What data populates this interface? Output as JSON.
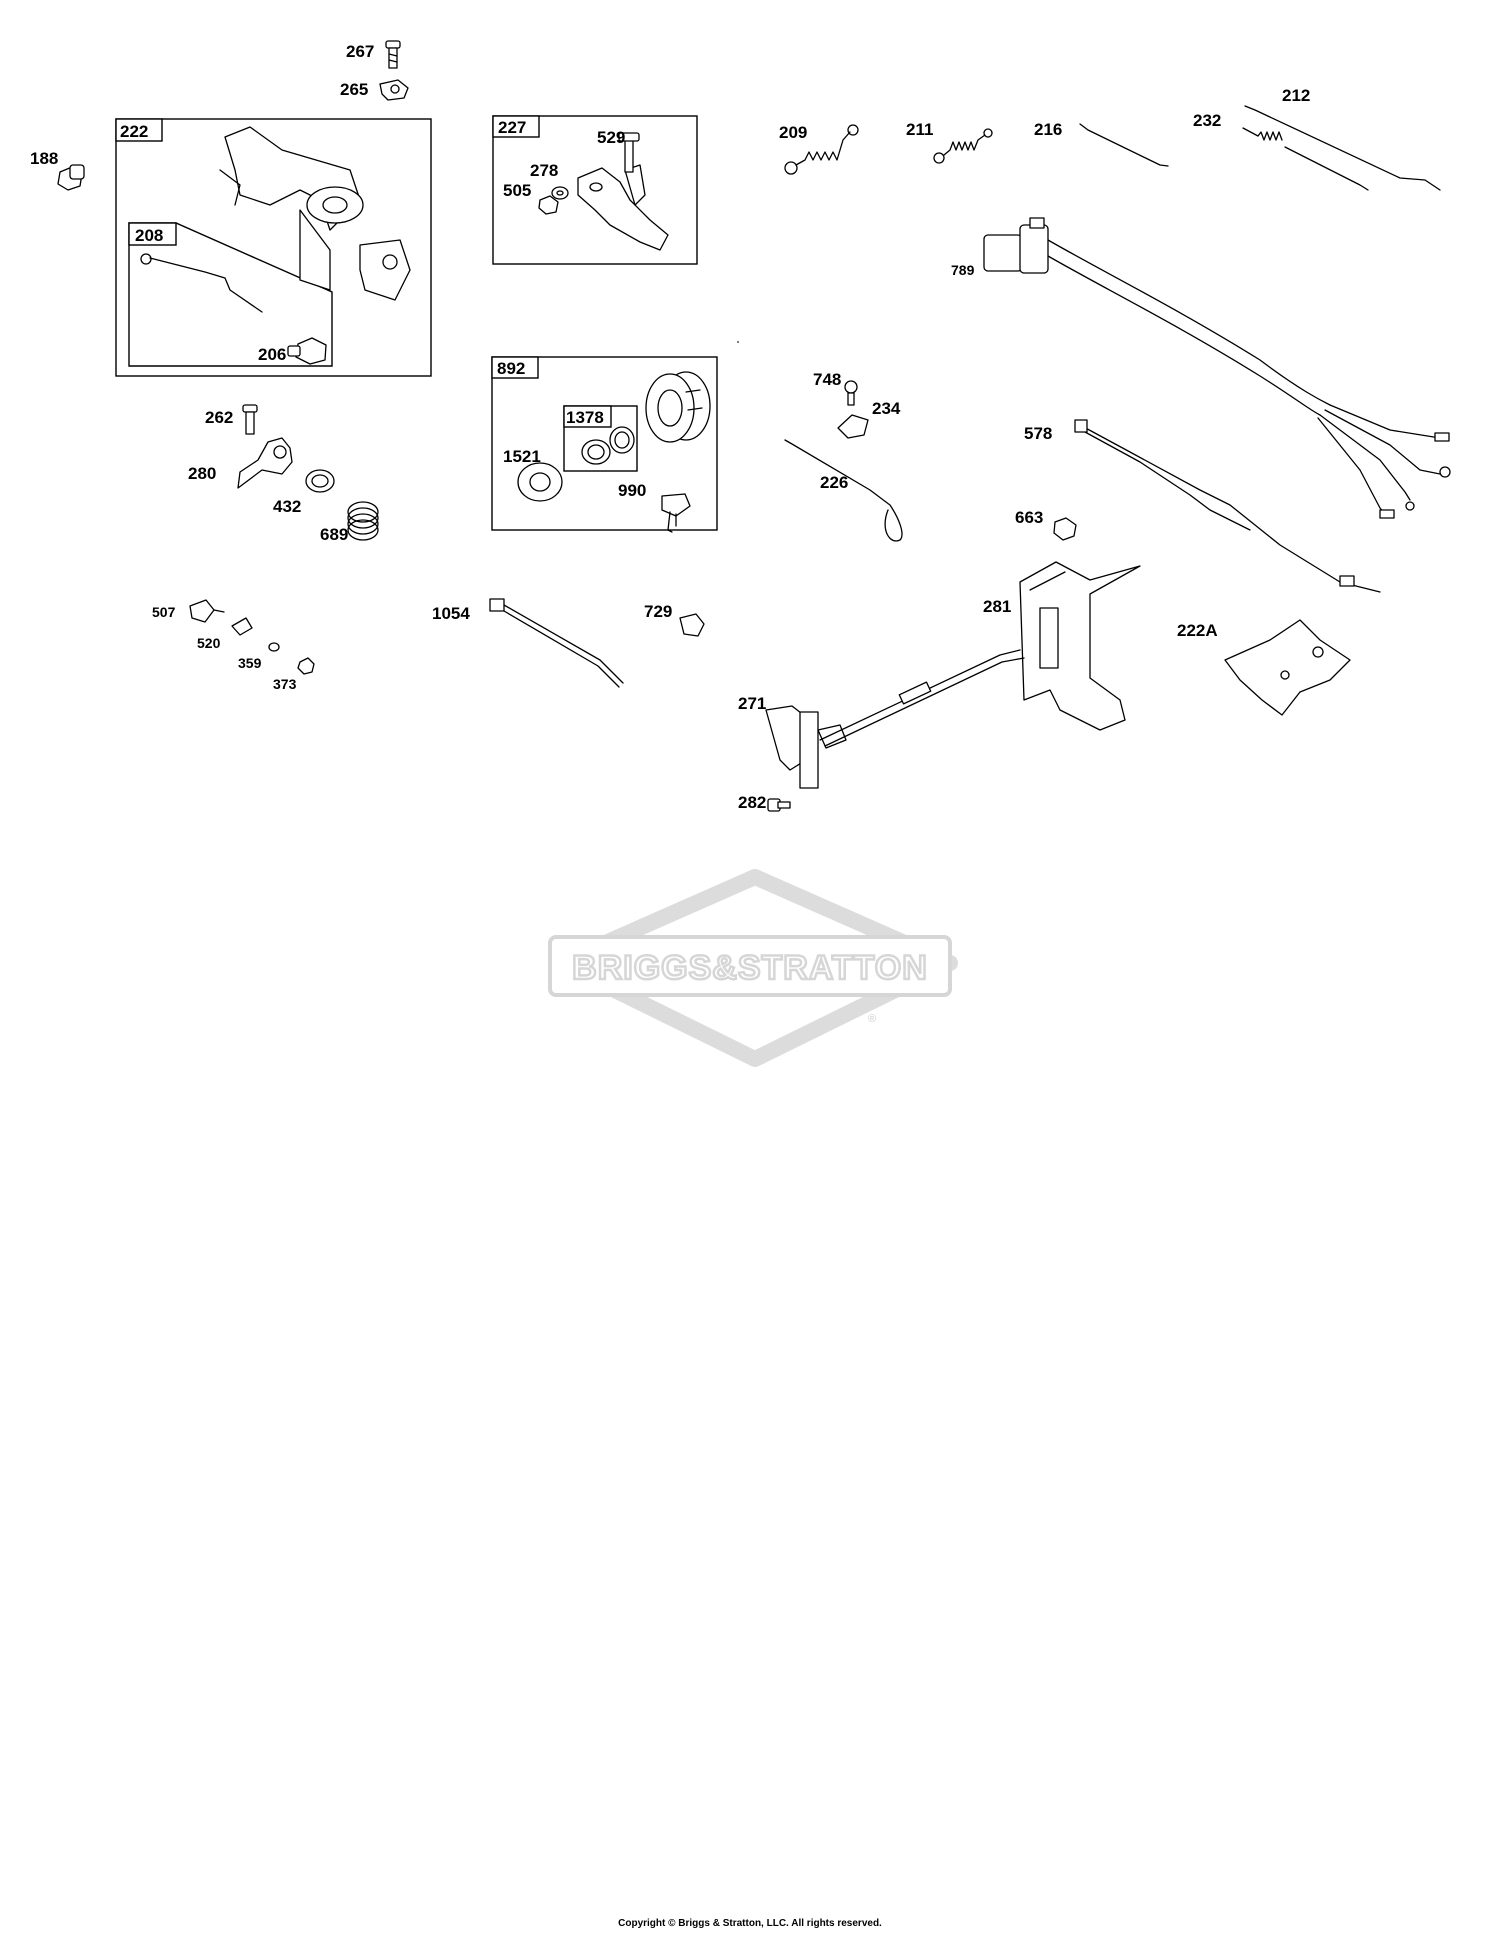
{
  "labels": {
    "p267": "267",
    "p265": "265",
    "p188": "188",
    "p222": "222",
    "p208": "208",
    "p206": "206",
    "p227": "227",
    "p529": "529",
    "p278": "278",
    "p505": "505",
    "p209": "209",
    "p211": "211",
    "p216": "216",
    "p232": "232",
    "p212": "212",
    "p789": "789",
    "p262": "262",
    "p280": "280",
    "p432": "432",
    "p689": "689",
    "p892": "892",
    "p1378": "1378",
    "p1521": "1521",
    "p990": "990",
    "p748": "748",
    "p234": "234",
    "p226": "226",
    "p578": "578",
    "p663": "663",
    "p507": "507",
    "p520": "520",
    "p359": "359",
    "p373": "373",
    "p1054": "1054",
    "p729": "729",
    "p281": "281",
    "p222A": "222A",
    "p271": "271",
    "p282": "282"
  },
  "watermark": {
    "brand": "BRIGGS&STRATTON",
    "registered": "®"
  },
  "footer": {
    "copyright": "Copyright © Briggs & Stratton, LLC. All rights reserved."
  }
}
